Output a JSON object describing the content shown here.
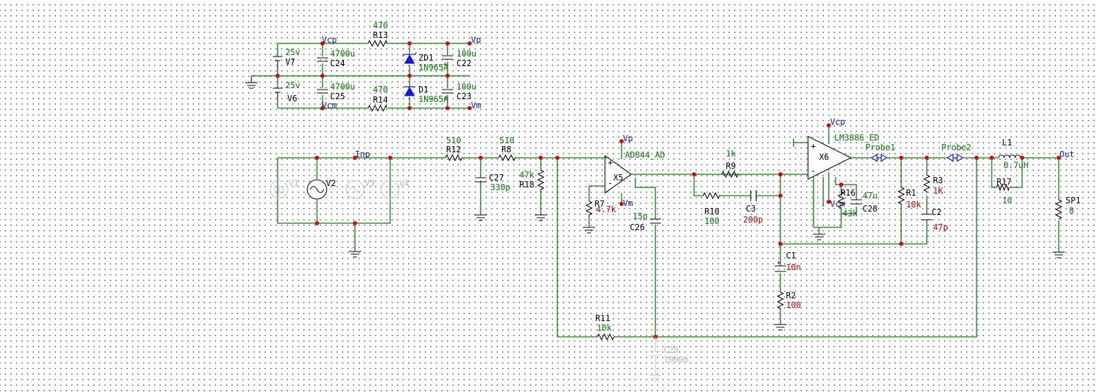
{
  "title": "",
  "nets": {
    "vcp_supply": "Vcp",
    "vp_supply": "Vp",
    "vcm_supply": "Vcm",
    "vm_supply": "Vm",
    "inp": "Inp",
    "vp_x5": "Vp",
    "vm_x5": "Vm",
    "vcp_x6": "Vcp",
    "vcm_x6": "Vcm",
    "out": "Out"
  },
  "components": {
    "V7": {
      "name": "V7",
      "value": "25v"
    },
    "V6": {
      "name": "V6",
      "value": "25v"
    },
    "C24": {
      "name": "C24",
      "value": "4700u"
    },
    "C25": {
      "name": "C25",
      "value": "4700u"
    },
    "R13": {
      "name": "R13",
      "value": "470"
    },
    "R14": {
      "name": "R14",
      "value": "470"
    },
    "ZD1": {
      "name": "ZD1",
      "value": "1N965A"
    },
    "D1": {
      "name": "D1",
      "value": "1N965A"
    },
    "C22": {
      "name": "C22",
      "value": "100u"
    },
    "C23": {
      "name": "C23",
      "value": "100u"
    },
    "V1": {
      "name": "V1"
    },
    "V2": {
      "name": "V2"
    },
    "V3": {
      "name": "V3"
    },
    "V4": {
      "name": "V4"
    },
    "R12": {
      "name": "R12",
      "value": "510"
    },
    "R8": {
      "name": "R8",
      "value": "510"
    },
    "C27": {
      "name": "C27",
      "value": "330p"
    },
    "R18": {
      "name": "R18",
      "value": "47k"
    },
    "X5": {
      "name": "X5",
      "value": "AD844_AD"
    },
    "R7": {
      "name": "R7",
      "value": "4.7k"
    },
    "C26": {
      "name": "C26",
      "value": "15p"
    },
    "R9": {
      "name": "R9",
      "value": "1k"
    },
    "R10": {
      "name": "R10",
      "value": "100"
    },
    "C3": {
      "name": "C3",
      "value": "200p"
    },
    "X6": {
      "name": "X6",
      "value": "LM3886_ED"
    },
    "R16": {
      "name": "R16",
      "value": "43k"
    },
    "C28": {
      "name": "C28",
      "value": "47u"
    },
    "C1": {
      "name": "C1",
      "value": "10n"
    },
    "R2": {
      "name": "R2",
      "value": "100"
    },
    "R1": {
      "name": "R1",
      "value": "10k"
    },
    "R3": {
      "name": "R3",
      "value": "1K"
    },
    "C2": {
      "name": "C2",
      "value": "47p"
    },
    "L1": {
      "name": "L1",
      "value": "0.7uH"
    },
    "R17": {
      "name": "R17",
      "value": "10"
    },
    "SP1": {
      "name": "SP1",
      "value": "8"
    },
    "R11": {
      "name": "R11",
      "value": "10k"
    },
    "C29": {
      "name": "C29",
      "value": "1000m"
    }
  },
  "probes": {
    "p1": "Probe1",
    "p2": "Probe2"
  },
  "colors": {
    "wire": "#008000",
    "node": "#e00000",
    "diode": "#1515e0",
    "net_label": "#1010c0",
    "value_red": "#d00000",
    "disabled": "#c8c8c8"
  }
}
